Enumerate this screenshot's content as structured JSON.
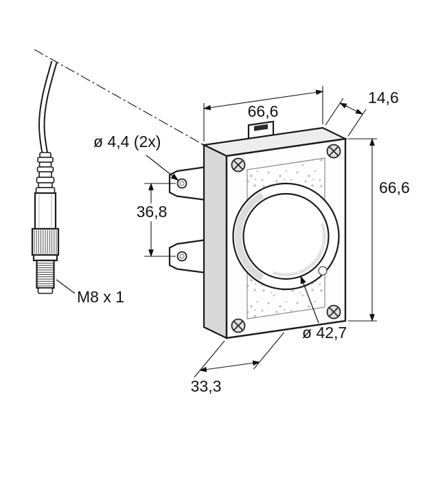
{
  "drawing": {
    "kind": "technical-dimension-drawing",
    "colors": {
      "line": "#1a1a1a",
      "body_top_face": "#ededed",
      "body_left_face": "#d9d9d9",
      "label_text": "#111111"
    },
    "labels": {
      "width_top": "66,6",
      "depth": "14,6",
      "height_right": "66,6",
      "mount_hole_spacing": "36,8",
      "mount_hole_diameter": "ø 4,4 (2x)",
      "connector_thread": "M8 x 1",
      "aperture_diameter": "ø 42,7",
      "bottom_offset": "33,3"
    }
  }
}
